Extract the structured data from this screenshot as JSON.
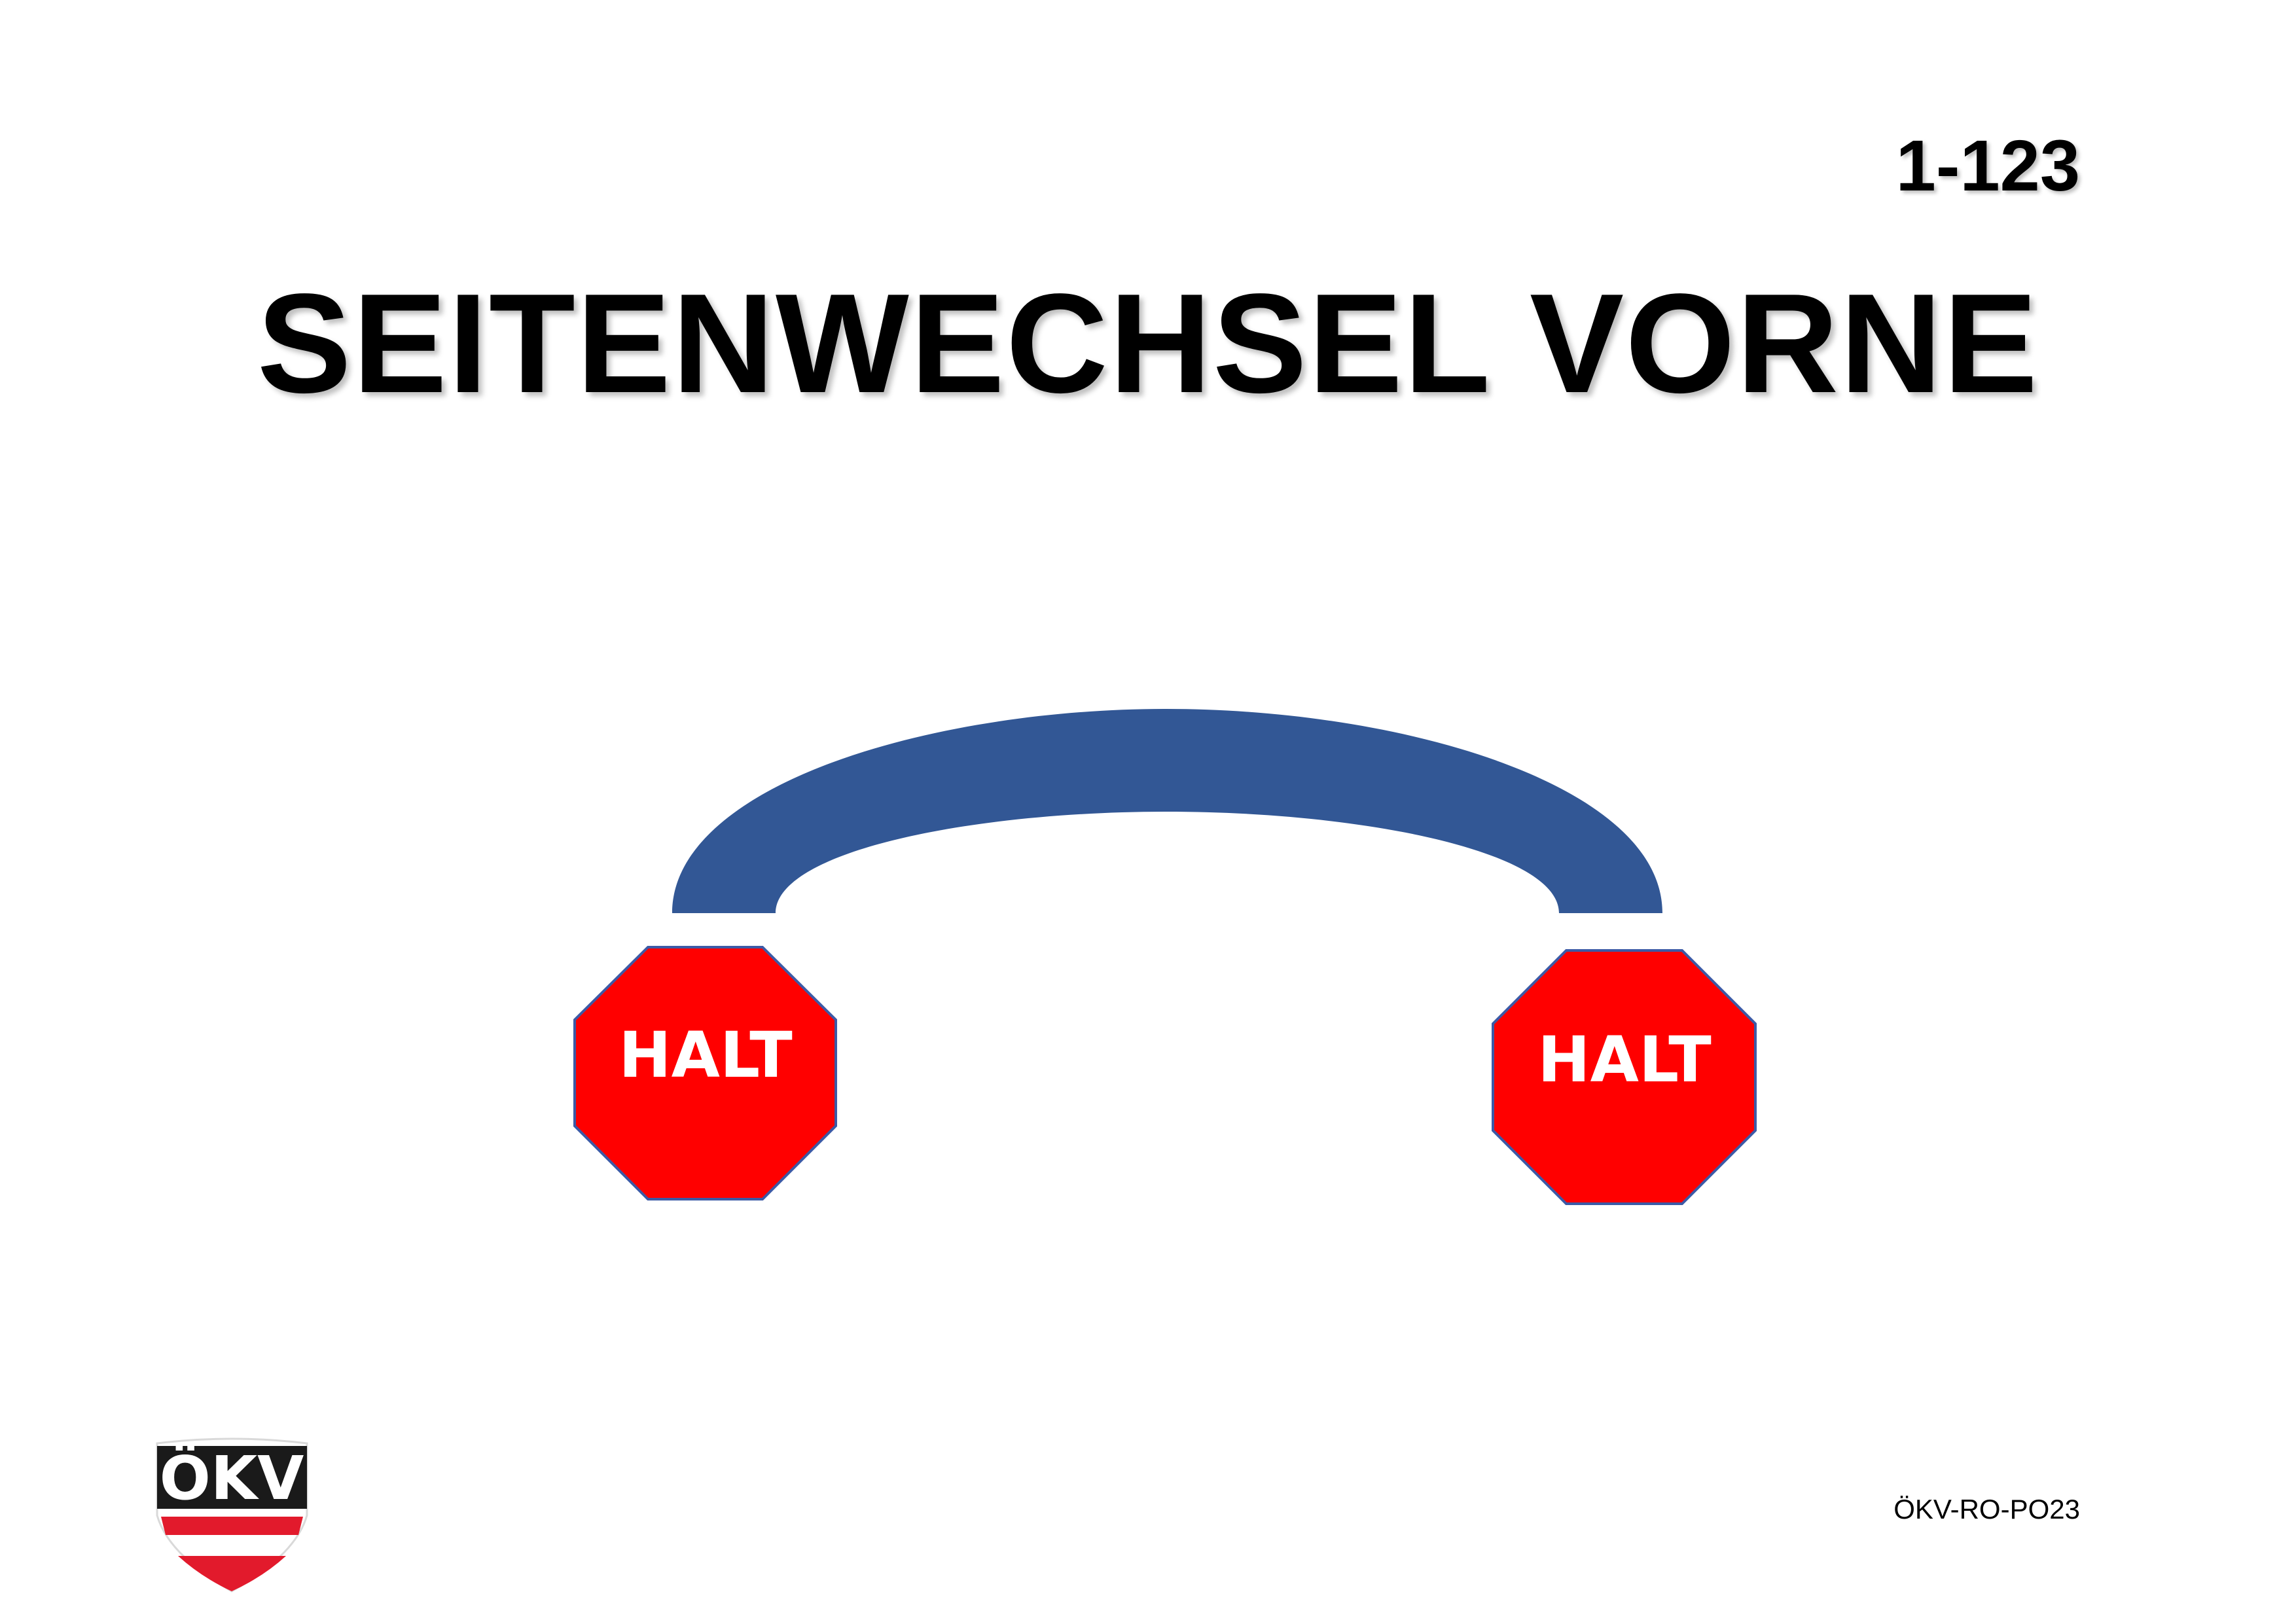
{
  "sign": {
    "number": "1-123",
    "title": "SEITENWECHSEL VORNE",
    "code": "ÖKV-RO-PO23"
  },
  "stop_signs": [
    {
      "label": "HALT"
    },
    {
      "label": "HALT"
    }
  ],
  "logo": {
    "text": "ÖKV"
  },
  "colors": {
    "arc": "#325795",
    "stop_fill": "#ff0000",
    "stop_border": "#3c5aa6",
    "stop_text": "#ffffff",
    "logo_red": "#e21a2c"
  }
}
